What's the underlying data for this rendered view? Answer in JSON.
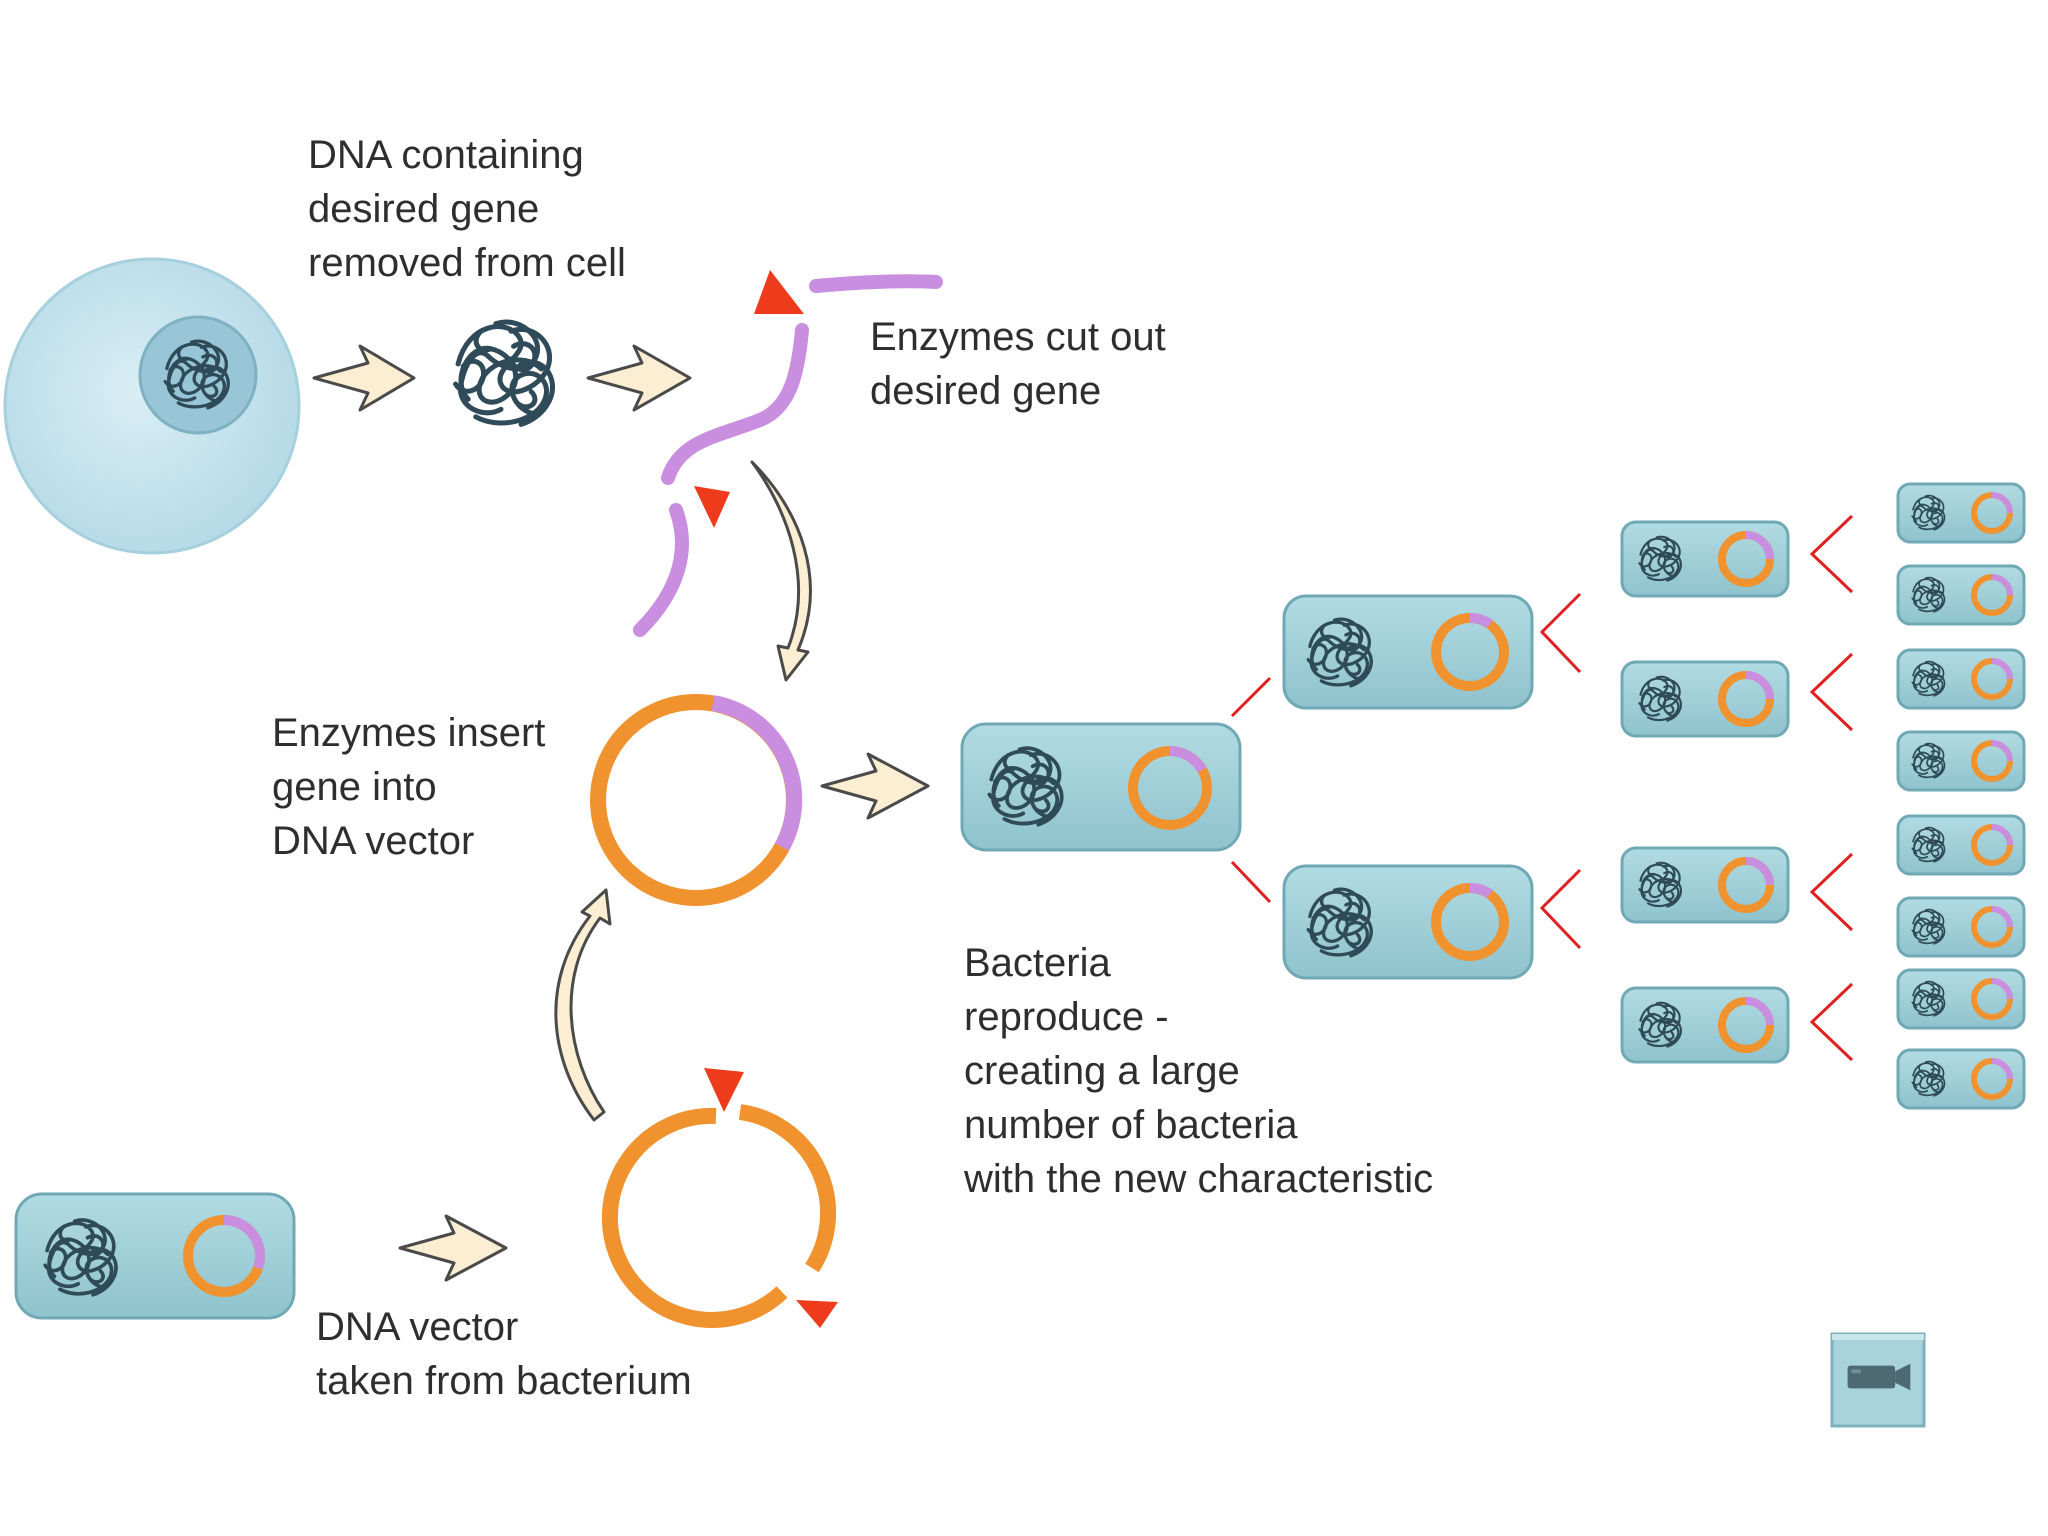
{
  "labels": {
    "dna_removed": [
      "DNA containing",
      "desired gene",
      "removed from cell"
    ],
    "enzymes_cut": [
      "Enzymes cut out",
      "desired gene"
    ],
    "enzymes_insert": [
      "Enzymes insert",
      "gene into",
      "DNA vector"
    ],
    "bacteria_reproduce": [
      "Bacteria",
      "reproduce -",
      "creating a large",
      "number of bacteria",
      "with the new characteristic"
    ],
    "dna_vector": [
      "DNA vector",
      "taken from bacterium"
    ]
  },
  "controls": {
    "video_button_icon": "video-camera-icon"
  },
  "colors": {
    "cell_fill": "#c4e3ee",
    "bacterium_fill": "#9fcfd8",
    "bacterium_stroke": "#6fa9b5",
    "dna_dark": "#2f4a58",
    "plasmid_orange": "#f0922e",
    "gene_purple": "#c98ee0",
    "enzyme_red": "#ee3b1c",
    "arrow_fill": "#fbeed2",
    "arrow_stroke": "#4a4a4a",
    "branch_red": "#e02020"
  }
}
